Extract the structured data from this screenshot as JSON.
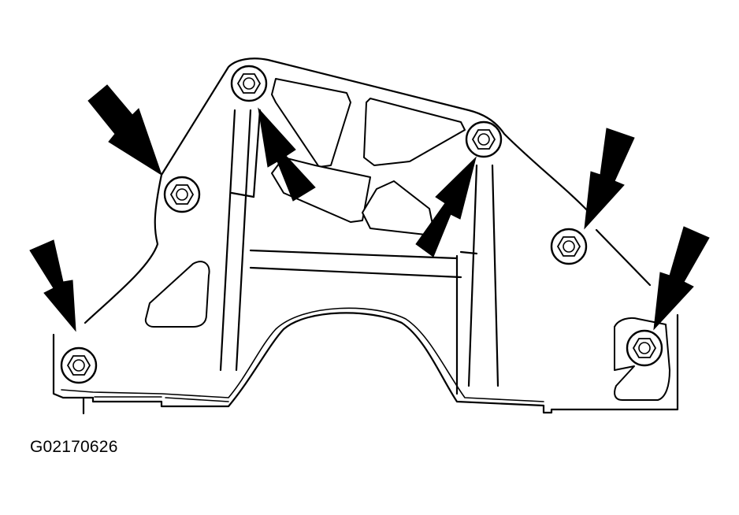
{
  "figure": {
    "code": "G02170626"
  },
  "fasteners": {
    "count": 6
  },
  "indicator_arrows": {
    "count": 6
  },
  "colors": {
    "ink": "#000000",
    "paper": "#ffffff"
  }
}
